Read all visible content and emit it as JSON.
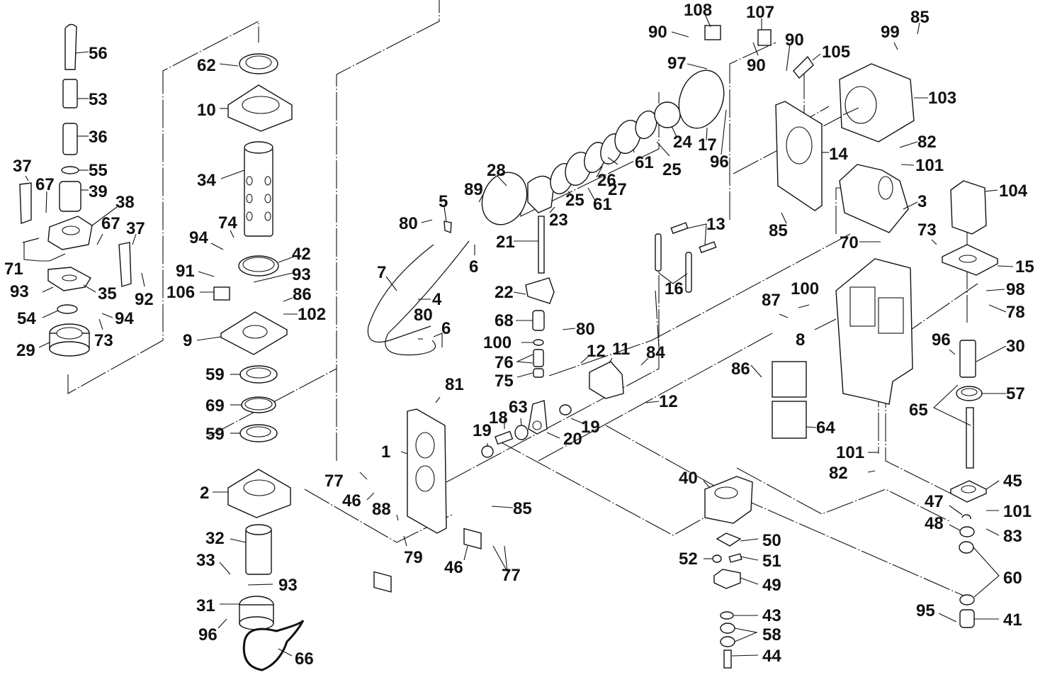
{
  "diagram": {
    "type": "exploded-parts-diagram",
    "line_color": "#111111",
    "background_color": "#ffffff",
    "callouts": [
      {
        "id": "c56",
        "label": "56",
        "part": "tube"
      },
      {
        "id": "c53",
        "label": "53",
        "part": "fitting"
      },
      {
        "id": "c36",
        "label": "36",
        "part": "hollow-bolt"
      },
      {
        "id": "c55",
        "label": "55",
        "part": "o-ring"
      },
      {
        "id": "c39",
        "label": "39",
        "part": "knurled-nut"
      },
      {
        "id": "c37a",
        "label": "37",
        "part": "latch"
      },
      {
        "id": "c67a",
        "label": "67",
        "part": "set-screw"
      },
      {
        "id": "c38",
        "label": "38",
        "part": "clamp-body"
      },
      {
        "id": "c67b",
        "label": "67",
        "part": "set-screw"
      },
      {
        "id": "c37b",
        "label": "37",
        "part": "latch"
      },
      {
        "id": "c71",
        "label": "71",
        "part": "pin"
      },
      {
        "id": "c93a",
        "label": "93",
        "part": "set-screw"
      },
      {
        "id": "c35",
        "label": "35",
        "part": "flange-plate"
      },
      {
        "id": "c92",
        "label": "92",
        "part": "set-screw"
      },
      {
        "id": "c54",
        "label": "54",
        "part": "o-ring"
      },
      {
        "id": "c94a",
        "label": "94",
        "part": "set-screw"
      },
      {
        "id": "c73a",
        "label": "73",
        "part": "ball"
      },
      {
        "id": "c29",
        "label": "29",
        "part": "pulley"
      },
      {
        "id": "c62",
        "label": "62",
        "part": "seal"
      },
      {
        "id": "c10",
        "label": "10",
        "part": "holder-block"
      },
      {
        "id": "c34",
        "label": "34",
        "part": "perforated-sleeve"
      },
      {
        "id": "c74",
        "label": "74",
        "part": "ball"
      },
      {
        "id": "c94b",
        "label": "94",
        "part": "set-screw"
      },
      {
        "id": "c42",
        "label": "42",
        "part": "split-ring"
      },
      {
        "id": "c93b",
        "label": "93",
        "part": "set-screw"
      },
      {
        "id": "c91",
        "label": "91",
        "part": "screw"
      },
      {
        "id": "c106",
        "label": "106",
        "part": "sensor"
      },
      {
        "id": "c86a",
        "label": "86",
        "part": "screw"
      },
      {
        "id": "c102",
        "label": "102",
        "part": "washer"
      },
      {
        "id": "c9",
        "label": "9",
        "part": "mounting-plate"
      },
      {
        "id": "c59a",
        "label": "59",
        "part": "bearing"
      },
      {
        "id": "c69",
        "label": "69",
        "part": "snap-ring"
      },
      {
        "id": "c59b",
        "label": "59",
        "part": "bearing"
      },
      {
        "id": "c2",
        "label": "2",
        "part": "housing"
      },
      {
        "id": "c32",
        "label": "32",
        "part": "shaft-sleeve"
      },
      {
        "id": "c33",
        "label": "33",
        "part": "screw"
      },
      {
        "id": "c93c",
        "label": "93",
        "part": "set-screw"
      },
      {
        "id": "c31",
        "label": "31",
        "part": "timing-pulley"
      },
      {
        "id": "c96a",
        "label": "96",
        "part": "set-screw"
      },
      {
        "id": "c66",
        "label": "66",
        "part": "timing-belt"
      },
      {
        "id": "c28",
        "label": "28",
        "part": "slotted-disc"
      },
      {
        "id": "c89",
        "label": "89",
        "part": "screw"
      },
      {
        "id": "c5",
        "label": "5",
        "part": "clip"
      },
      {
        "id": "c80a",
        "label": "80",
        "part": "screw"
      },
      {
        "id": "c23",
        "label": "23",
        "part": "cam-holder"
      },
      {
        "id": "c25a",
        "label": "25",
        "part": "shim-ring"
      },
      {
        "id": "c61a",
        "label": "61",
        "part": "bearing"
      },
      {
        "id": "c26",
        "label": "26",
        "part": "ring"
      },
      {
        "id": "c27",
        "label": "27",
        "part": "ring"
      },
      {
        "id": "c61b",
        "label": "61",
        "part": "bearing"
      },
      {
        "id": "c25b",
        "label": "25",
        "part": "shim-ring"
      },
      {
        "id": "c24",
        "label": "24",
        "part": "hub"
      },
      {
        "id": "c17",
        "label": "17",
        "part": "encoder-disc"
      },
      {
        "id": "c96b",
        "label": "96",
        "part": "set-screw"
      },
      {
        "id": "c97",
        "label": "97",
        "part": "pin"
      },
      {
        "id": "c90a",
        "label": "90",
        "part": "screw"
      },
      {
        "id": "c108",
        "label": "108",
        "part": "photo-sensor"
      },
      {
        "id": "c107",
        "label": "107",
        "part": "photo-sensor"
      },
      {
        "id": "c90b",
        "label": "90",
        "part": "screw"
      },
      {
        "id": "c90c",
        "label": "90",
        "part": "screw"
      },
      {
        "id": "c105",
        "label": "105",
        "part": "sensor-bracket"
      },
      {
        "id": "c99",
        "label": "99",
        "part": "washer"
      },
      {
        "id": "c85a",
        "label": "85",
        "part": "screw"
      },
      {
        "id": "c103",
        "label": "103",
        "part": "stepper-motor"
      },
      {
        "id": "c14",
        "label": "14",
        "part": "motor-plate"
      },
      {
        "id": "c82a",
        "label": "82",
        "part": "screw"
      },
      {
        "id": "c101a",
        "label": "101",
        "part": "washer"
      },
      {
        "id": "c3",
        "label": "3",
        "part": "bracket"
      },
      {
        "id": "c85b",
        "label": "85",
        "part": "screw"
      },
      {
        "id": "c104",
        "label": "104",
        "part": "stepper-motor-small"
      },
      {
        "id": "c15",
        "label": "15",
        "part": "motor-flange"
      },
      {
        "id": "c98",
        "label": "98",
        "part": "washer"
      },
      {
        "id": "c78",
        "label": "78",
        "part": "screw"
      },
      {
        "id": "c13",
        "label": "13",
        "part": "stud"
      },
      {
        "id": "c70",
        "label": "70",
        "part": "pin"
      },
      {
        "id": "c73b",
        "label": "73",
        "part": "pin"
      },
      {
        "id": "c16",
        "label": "16",
        "part": "spring"
      },
      {
        "id": "c87",
        "label": "87",
        "part": "bolt"
      },
      {
        "id": "c100a",
        "label": "100",
        "part": "washer"
      },
      {
        "id": "c8",
        "label": "8",
        "part": "frame"
      },
      {
        "id": "c96c",
        "label": "96",
        "part": "set-screw"
      },
      {
        "id": "c30",
        "label": "30",
        "part": "coupling"
      },
      {
        "id": "c57",
        "label": "57",
        "part": "bearing"
      },
      {
        "id": "c65",
        "label": "65",
        "part": "key"
      },
      {
        "id": "c86b",
        "label": "86",
        "part": "screw"
      },
      {
        "id": "c64",
        "label": "64",
        "part": "linear-guide"
      },
      {
        "id": "c21",
        "label": "21",
        "part": "bolt"
      },
      {
        "id": "c22",
        "label": "22",
        "part": "block"
      },
      {
        "id": "c80b",
        "label": "80",
        "part": "screw"
      },
      {
        "id": "c68",
        "label": "68",
        "part": "spring"
      },
      {
        "id": "c100b",
        "label": "100",
        "part": "washer"
      },
      {
        "id": "c76",
        "label": "76",
        "part": "nut"
      },
      {
        "id": "c75",
        "label": "75",
        "part": "nut"
      },
      {
        "id": "c7",
        "label": "7",
        "part": "cable"
      },
      {
        "id": "c4",
        "label": "4",
        "part": "wire"
      },
      {
        "id": "c6a",
        "label": "6",
        "part": "washer"
      },
      {
        "id": "c80c",
        "label": "80",
        "part": "screw"
      },
      {
        "id": "c6b",
        "label": "6",
        "part": "washer"
      },
      {
        "id": "c12a",
        "label": "12",
        "part": "stud"
      },
      {
        "id": "c11",
        "label": "11",
        "part": "bracket"
      },
      {
        "id": "c84",
        "label": "84",
        "part": "screw"
      },
      {
        "id": "c12b",
        "label": "12",
        "part": "stud"
      },
      {
        "id": "c81",
        "label": "81",
        "part": "screw"
      },
      {
        "id": "c19a",
        "label": "19",
        "part": "washer"
      },
      {
        "id": "c18",
        "label": "18",
        "part": "pin"
      },
      {
        "id": "c63",
        "label": "63",
        "part": "bearing"
      },
      {
        "id": "c20",
        "label": "20",
        "part": "lever"
      },
      {
        "id": "c19b",
        "label": "19",
        "part": "washer"
      },
      {
        "id": "c1",
        "label": "1",
        "part": "base-plate"
      },
      {
        "id": "c77a",
        "label": "77",
        "part": "screw"
      },
      {
        "id": "c46a",
        "label": "46",
        "part": "cover-plate"
      },
      {
        "id": "c88",
        "label": "88",
        "part": "bolt"
      },
      {
        "id": "c79",
        "label": "79",
        "part": "screw"
      },
      {
        "id": "c85c",
        "label": "85",
        "part": "screw"
      },
      {
        "id": "c46b",
        "label": "46",
        "part": "cover-plate"
      },
      {
        "id": "c77b",
        "label": "77",
        "part": "screw"
      },
      {
        "id": "c101b",
        "label": "101",
        "part": "washer"
      },
      {
        "id": "c82b",
        "label": "82",
        "part": "screw"
      },
      {
        "id": "c40",
        "label": "40",
        "part": "housing-block"
      },
      {
        "id": "c50",
        "label": "50",
        "part": "pad"
      },
      {
        "id": "c52",
        "label": "52",
        "part": "nut"
      },
      {
        "id": "c51",
        "label": "51",
        "part": "link"
      },
      {
        "id": "c49",
        "label": "49",
        "part": "plate"
      },
      {
        "id": "c43",
        "label": "43",
        "part": "washer"
      },
      {
        "id": "c58",
        "label": "58",
        "part": "bearing"
      },
      {
        "id": "c44",
        "label": "44",
        "part": "shoulder-bolt"
      },
      {
        "id": "c45",
        "label": "45",
        "part": "bearing-flange"
      },
      {
        "id": "c47",
        "label": "47",
        "part": "e-ring"
      },
      {
        "id": "c101c",
        "label": "101",
        "part": "washer"
      },
      {
        "id": "c48",
        "label": "48",
        "part": "collar"
      },
      {
        "id": "c83",
        "label": "83",
        "part": "screw"
      },
      {
        "id": "c60",
        "label": "60",
        "part": "bushing"
      },
      {
        "id": "c95",
        "label": "95",
        "part": "set-screw"
      },
      {
        "id": "c41",
        "label": "41",
        "part": "roller"
      }
    ]
  }
}
